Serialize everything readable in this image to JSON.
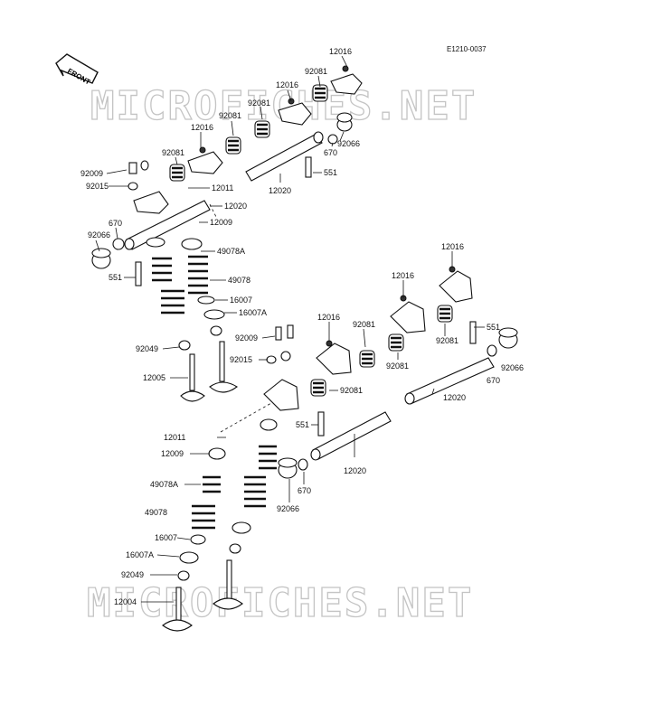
{
  "diagram_code": "E1210-0037",
  "front_label": "FRONT",
  "watermarks": [
    "MICROFICHES.NET",
    "MICROFICHES.NET"
  ],
  "parts": [
    {
      "id": "p01",
      "label": "12016"
    },
    {
      "id": "p02",
      "label": "92081"
    },
    {
      "id": "p03",
      "label": "12016"
    },
    {
      "id": "p04",
      "label": "92081"
    },
    {
      "id": "p05",
      "label": "92066"
    },
    {
      "id": "p06",
      "label": "12016"
    },
    {
      "id": "p07",
      "label": "92081"
    },
    {
      "id": "p08",
      "label": "670"
    },
    {
      "id": "p09",
      "label": "92081"
    },
    {
      "id": "p10",
      "label": "551"
    },
    {
      "id": "p11",
      "label": "12020"
    },
    {
      "id": "p12",
      "label": "92009"
    },
    {
      "id": "p13",
      "label": "92015"
    },
    {
      "id": "p14",
      "label": "12011"
    },
    {
      "id": "p15",
      "label": "12020"
    },
    {
      "id": "p16",
      "label": "670"
    },
    {
      "id": "p17",
      "label": "12009"
    },
    {
      "id": "p18",
      "label": "92066"
    },
    {
      "id": "p19",
      "label": "49078A"
    },
    {
      "id": "p20",
      "label": "551"
    },
    {
      "id": "p21",
      "label": "49078"
    },
    {
      "id": "p22",
      "label": "16007"
    },
    {
      "id": "p23",
      "label": "16007A"
    },
    {
      "id": "p24",
      "label": "92049"
    },
    {
      "id": "p25",
      "label": "12005"
    },
    {
      "id": "p26",
      "label": "12016"
    },
    {
      "id": "p27",
      "label": "12016"
    },
    {
      "id": "p28",
      "label": "12016"
    },
    {
      "id": "p29",
      "label": "92081"
    },
    {
      "id": "p30",
      "label": "551"
    },
    {
      "id": "p31",
      "label": "92009"
    },
    {
      "id": "p32",
      "label": "92015"
    },
    {
      "id": "p33",
      "label": "92081"
    },
    {
      "id": "p34",
      "label": "92081"
    },
    {
      "id": "p35",
      "label": "92066"
    },
    {
      "id": "p36",
      "label": "670"
    },
    {
      "id": "p37",
      "label": "92081"
    },
    {
      "id": "p38",
      "label": "12020"
    },
    {
      "id": "p39",
      "label": "12011"
    },
    {
      "id": "p40",
      "label": "551"
    },
    {
      "id": "p41",
      "label": "12009"
    },
    {
      "id": "p42",
      "label": "49078A"
    },
    {
      "id": "p43",
      "label": "12020"
    },
    {
      "id": "p44",
      "label": "49078"
    },
    {
      "id": "p45",
      "label": "670"
    },
    {
      "id": "p46",
      "label": "92066"
    },
    {
      "id": "p47",
      "label": "16007"
    },
    {
      "id": "p48",
      "label": "16007A"
    },
    {
      "id": "p49",
      "label": "92049"
    },
    {
      "id": "p50",
      "label": "12004"
    }
  ]
}
